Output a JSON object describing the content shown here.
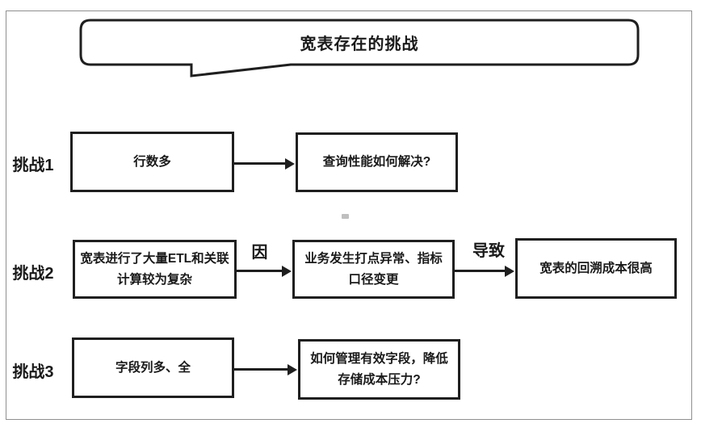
{
  "title": "宽表存在的挑战",
  "colors": {
    "stroke": "#1f1f1f",
    "text": "#1a1a1a",
    "frame_border": "#8f8f8f",
    "background": "#ffffff"
  },
  "rows": [
    {
      "label": "挑战1",
      "box1": {
        "line1": "行数多"
      },
      "box2": {
        "line1": "查询性能如何解决?"
      }
    },
    {
      "label": "挑战2",
      "box1": {
        "line1": "宽表进行了大量ETL和关联",
        "line2": "计算较为复杂"
      },
      "arrow1_label": "因",
      "box2": {
        "line1": "业务发生打点异常、指标",
        "line2": "口径变更"
      },
      "arrow2_label": "导致",
      "box3": {
        "line1": "宽表的回溯成本很高"
      }
    },
    {
      "label": "挑战3",
      "box1": {
        "line1": "字段列多、全"
      },
      "box2": {
        "line1": "如何管理有效字段，降低",
        "line2": "存储成本压力?"
      }
    }
  ]
}
